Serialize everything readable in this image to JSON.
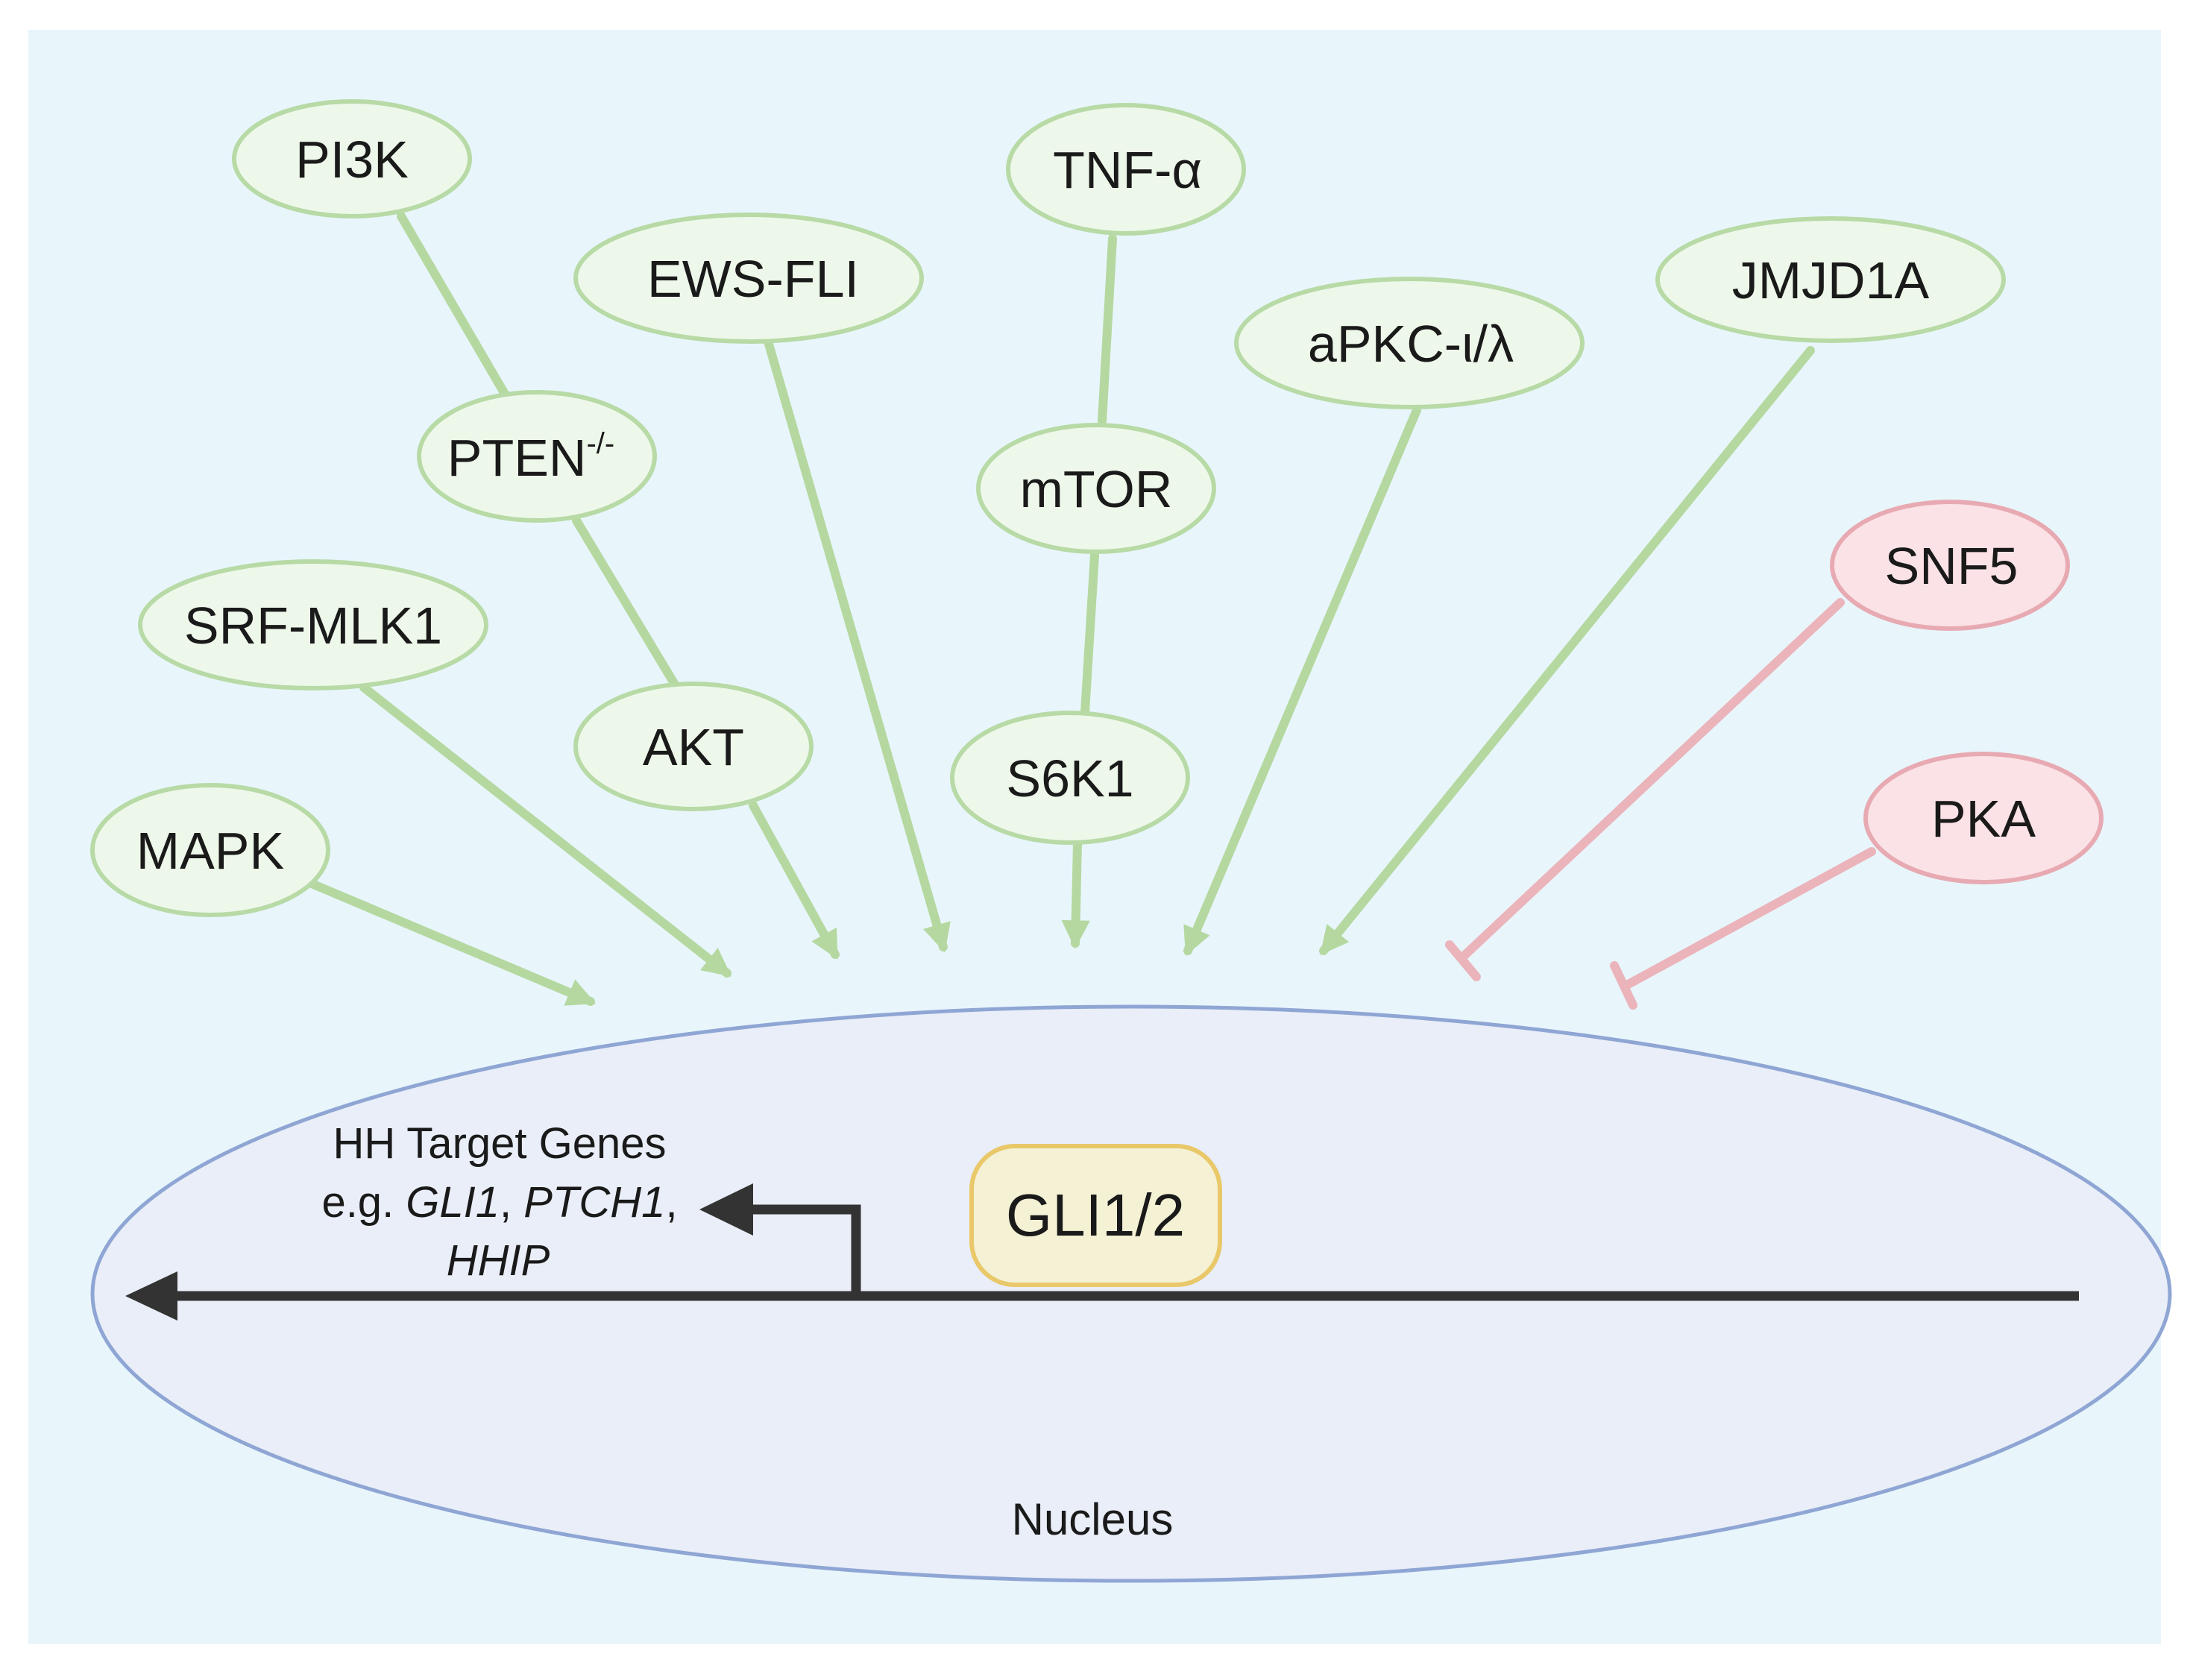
{
  "colors": {
    "background": "#e8f6fc",
    "activator_fill": "#eef8ea",
    "activator_stroke": "#b8daa6",
    "activator_edge": "#b5d8a0",
    "repressor_fill": "#fbe2e6",
    "repressor_stroke": "#e8aab2",
    "repressor_edge": "#eab4ba",
    "nucleus_fill": "#e9eef8",
    "nucleus_stroke": "#8fa6d4",
    "gli_fill": "#f4f1d4",
    "gli_stroke": "#e9c86a",
    "dna": "#333333"
  },
  "nodes": {
    "pi3k": "PI3K",
    "pten": "PTEN",
    "pten_sup": "-/-",
    "akt": "AKT",
    "srf_mlk1": "SRF-MLK1",
    "mapk": "MAPK",
    "ews_fli": "EWS-FLI",
    "tnf_alpha": "TNF-α",
    "mtor": "mTOR",
    "s6k1": "S6K1",
    "apkc": "aPKC-ι/λ",
    "jmjd1a": "JMJD1A",
    "snf5": "SNF5",
    "pka": "PKA",
    "gli": "GLI1/2"
  },
  "nucleus": {
    "label": "Nucleus",
    "target_genes_title": "HH Target Genes",
    "target_genes_prefix": "e.g. ",
    "gene1": "GLI1",
    "sep1": ", ",
    "gene2": "PTCH1",
    "sep2": ",",
    "gene3": "HHIP"
  }
}
